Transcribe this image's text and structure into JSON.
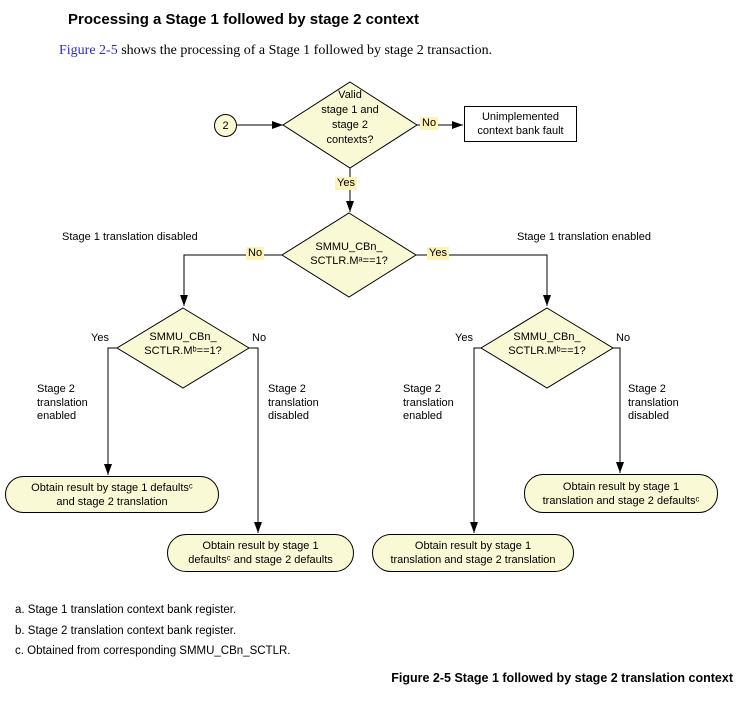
{
  "header": {
    "title": "Processing a Stage 1 followed by stage 2 context",
    "intro_link_text": "Figure 2-5",
    "intro_text": " shows the processing of a Stage 1 followed by stage 2 transaction."
  },
  "flowchart": {
    "start_label": "2",
    "decisions": {
      "valid_contexts": {
        "lines": [
          "Valid",
          "stage 1 and",
          "stage 2",
          "contexts?"
        ]
      },
      "stage1_m": {
        "lines": [
          "SMMU_CBn_",
          "SCTLR.Mᵃ==1?"
        ]
      },
      "stage2_m_left": {
        "lines": [
          "SMMU_CBn_",
          "SCTLR.Mᵇ==1?"
        ]
      },
      "stage2_m_right": {
        "lines": [
          "SMMU_CBn_",
          "SCTLR.Mᵇ==1?"
        ]
      }
    },
    "fault_box": {
      "lines": [
        "Unimplemented",
        "context bank fault"
      ]
    },
    "branch_labels": {
      "yes": "Yes",
      "no": "No"
    },
    "side_labels": {
      "stage1_disabled": "Stage 1 translation disabled",
      "stage1_enabled": "Stage 1 translation enabled",
      "stage2_enabled": {
        "lines": [
          "Stage 2",
          "translation",
          "enabled"
        ]
      },
      "stage2_disabled": {
        "lines": [
          "Stage 2",
          "translation",
          "disabled"
        ]
      }
    },
    "results": {
      "defaults_translation": {
        "lines": [
          "Obtain result by stage 1 defaultsᶜ",
          "and stage 2 translation"
        ]
      },
      "defaults_defaults": {
        "lines": [
          "Obtain result by stage 1",
          "defaultsᶜ and stage 2 defaults"
        ]
      },
      "translation_translation": {
        "lines": [
          "Obtain result by stage 1",
          "translation and stage 2 translation"
        ]
      },
      "translation_defaults": {
        "lines": [
          "Obtain result by stage 1",
          "translation and stage 2 defaultsᶜ"
        ]
      }
    }
  },
  "footnotes": [
    "a. Stage 1 translation context bank register.",
    "b. Stage 2 translation context bank register.",
    "c. Obtained from corresponding SMMU_CBn_SCTLR."
  ],
  "caption": "Figure 2-5 Stage 1 followed by stage 2 translation context",
  "colors": {
    "node_fill": "#FAF9D5",
    "label_highlight": "#FBF3B8",
    "link": "#2B2BC8",
    "line": "#000000"
  }
}
